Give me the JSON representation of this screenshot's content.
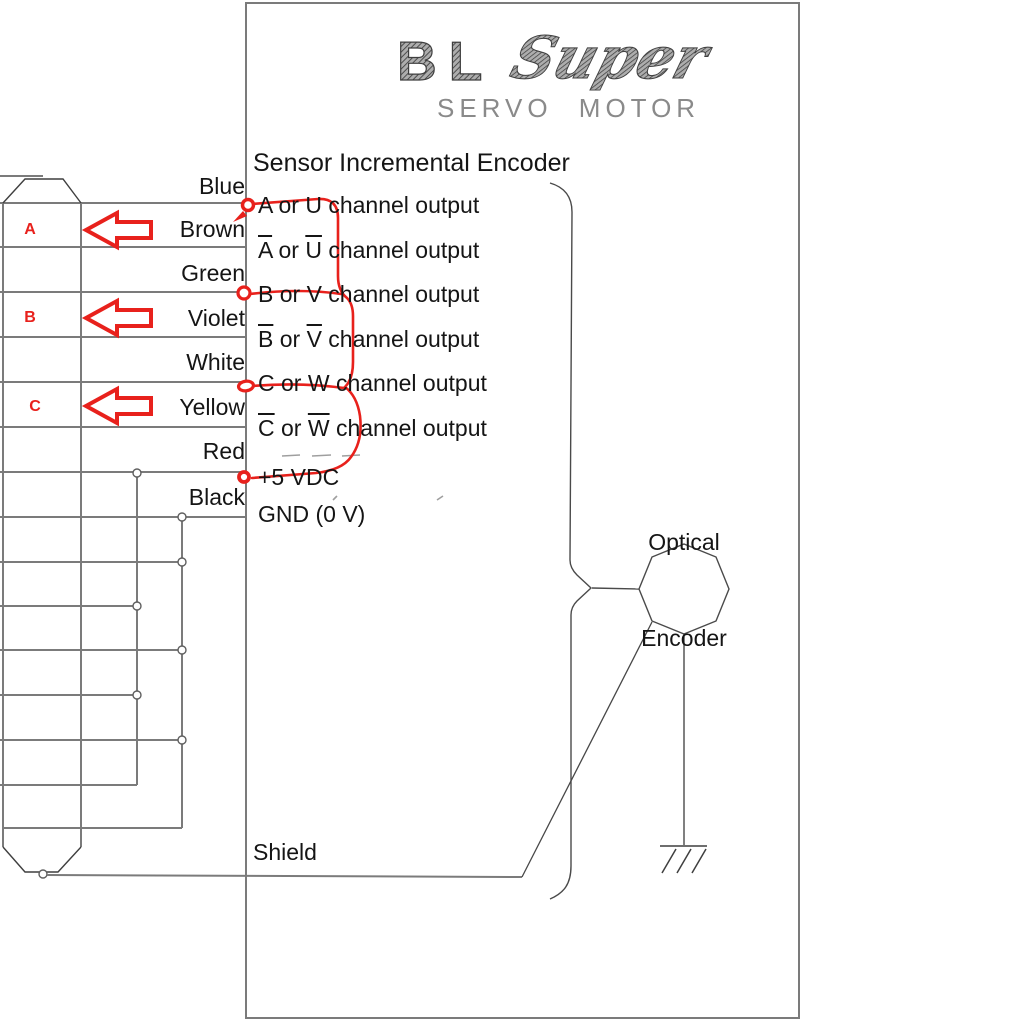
{
  "title": {
    "brand": "BL",
    "brand_script": "Super",
    "subtitle": "SERVO MOTOR"
  },
  "encoder": {
    "heading": "Sensor Incremental Encoder",
    "or_word": " or ",
    "output_suffix": " channel output",
    "channels": [
      {
        "first": "A",
        "second": "U",
        "barred": false
      },
      {
        "first": "A",
        "second": "U",
        "barred": true
      },
      {
        "first": "B",
        "second": "V",
        "barred": false
      },
      {
        "first": "B",
        "second": "V",
        "barred": true
      },
      {
        "first": "C",
        "second": "W",
        "barred": false
      },
      {
        "first": "C",
        "second": "W",
        "barred": true
      }
    ],
    "power": [
      "+5 VDC",
      "GND (0 V)"
    ]
  },
  "wires": [
    "Blue",
    "Brown",
    "Green",
    "Violet",
    "White",
    "Yellow",
    "Red",
    "Black"
  ],
  "arrows": [
    "A",
    "B",
    "C"
  ],
  "optical_encoder": {
    "line1": "Optical",
    "line2": "Encoder"
  },
  "shield_label": "Shield",
  "colors": {
    "annotation_red": "#e8211c",
    "line_gray": "#7b7b7b",
    "dark_line": "#474747",
    "text_black": "#151515",
    "subtitle_gray": "#8a8a8a"
  }
}
